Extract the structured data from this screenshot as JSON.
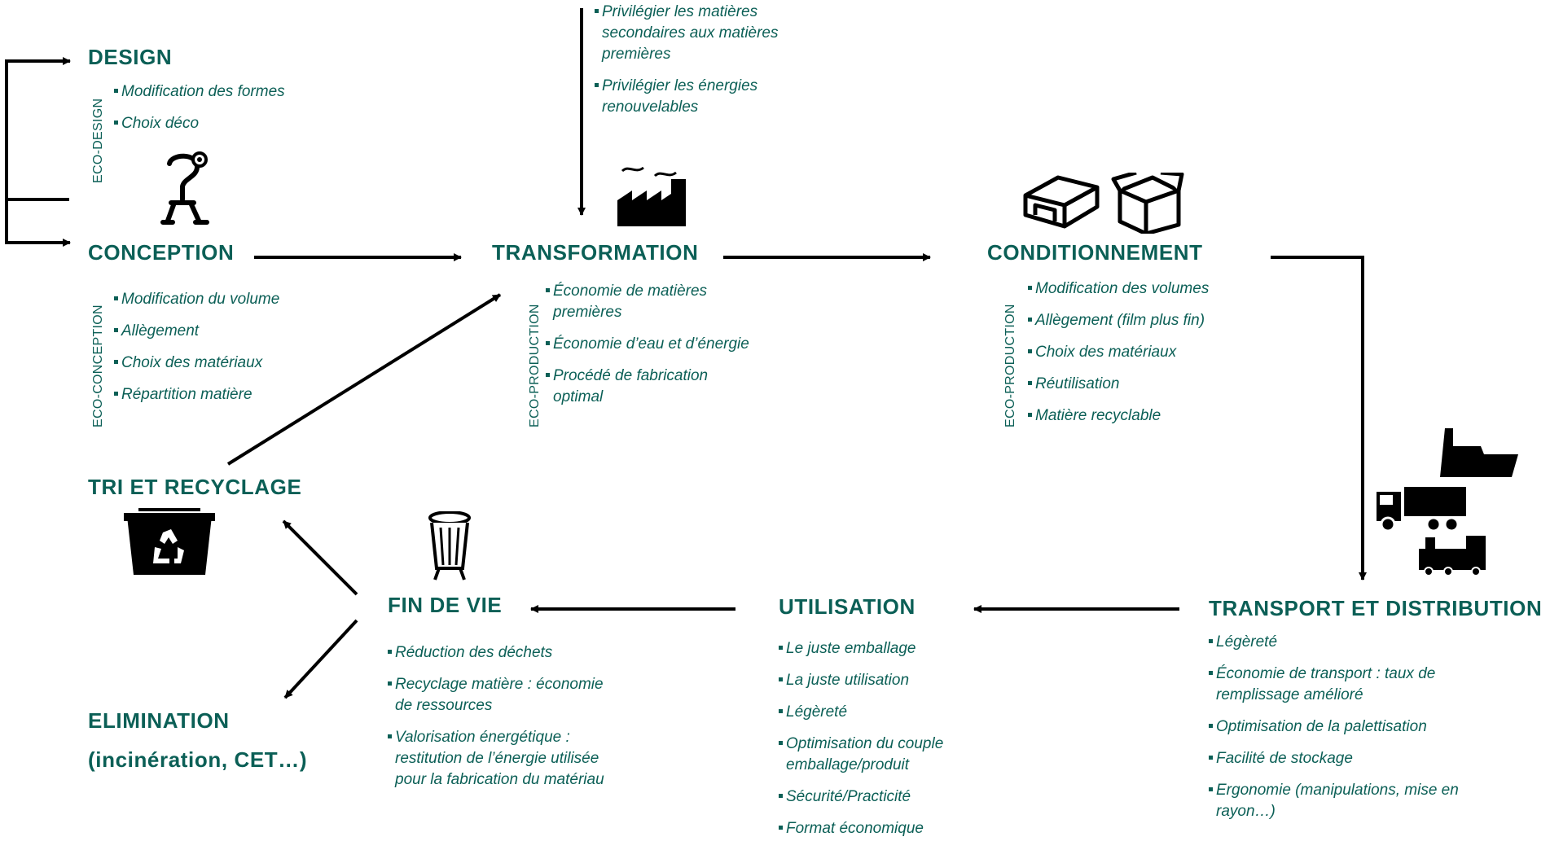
{
  "stages": {
    "design": {
      "title": "DESIGN",
      "vlabel": "ECO-DESIGN",
      "items": [
        "Modification des formes",
        "Choix déco"
      ]
    },
    "conception": {
      "title": "CONCEPTION",
      "vlabel": "ECO-CONCEPTION",
      "items": [
        "Modification du volume",
        "Allègement",
        "Choix des matériaux",
        "Répartition matière"
      ]
    },
    "transformation": {
      "title": "TRANSFORMATION",
      "vlabel": "ECO-PRODUCTION",
      "inputs": [
        "Privilégier les matières secondaires aux matières premières",
        "Privilégier les énergies renouvelables"
      ],
      "items": [
        "Économie de matières premières",
        "Économie d’eau et d’énergie",
        "Procédé de fabrication optimal"
      ]
    },
    "conditionnement": {
      "title": "CONDITIONNEMENT",
      "vlabel": "ECO-PRODUCTION",
      "items": [
        "Modification des volumes",
        "Allègement (film plus fin)",
        "Choix des matériaux",
        "Réutilisation",
        "Matière recyclable"
      ]
    },
    "transport": {
      "title": "TRANSPORT ET DISTRIBUTION",
      "items": [
        "Légèreté",
        "Économie de transport : taux de remplissage amélioré",
        "Optimisation de la palettisation",
        "Facilité de stockage",
        "Ergonomie (manipulations, mise en rayon…)"
      ]
    },
    "utilisation": {
      "title": "UTILISATION",
      "items": [
        "Le juste emballage",
        "La juste utilisation",
        "Légèreté",
        "Optimisation du couple emballage/produit",
        "Sécurité/Practicité",
        "Format économique"
      ]
    },
    "fin_de_vie": {
      "title": "FIN DE VIE",
      "items": [
        "Réduction des déchets",
        "Recyclage matière : économie de ressources",
        "Valorisation énergétique : restitution de l’énergie utilisée pour la fabrication du matériau"
      ]
    },
    "tri": {
      "title": "TRI ET RECYCLAGE"
    },
    "elimination": {
      "title": "ELIMINATION",
      "subtitle": "(incinération, CET…)"
    }
  },
  "colors": {
    "text": "#0b5f56",
    "arrow": "#000000",
    "icon": "#000000"
  },
  "icons": {
    "design": "thinking-figure-icon",
    "transformation": "factory-icon",
    "conditionnement": "boxes-icon",
    "transport": "transport-vehicles-icon",
    "fin_de_vie": "trash-can-icon",
    "tri": "recycling-bin-icon"
  }
}
